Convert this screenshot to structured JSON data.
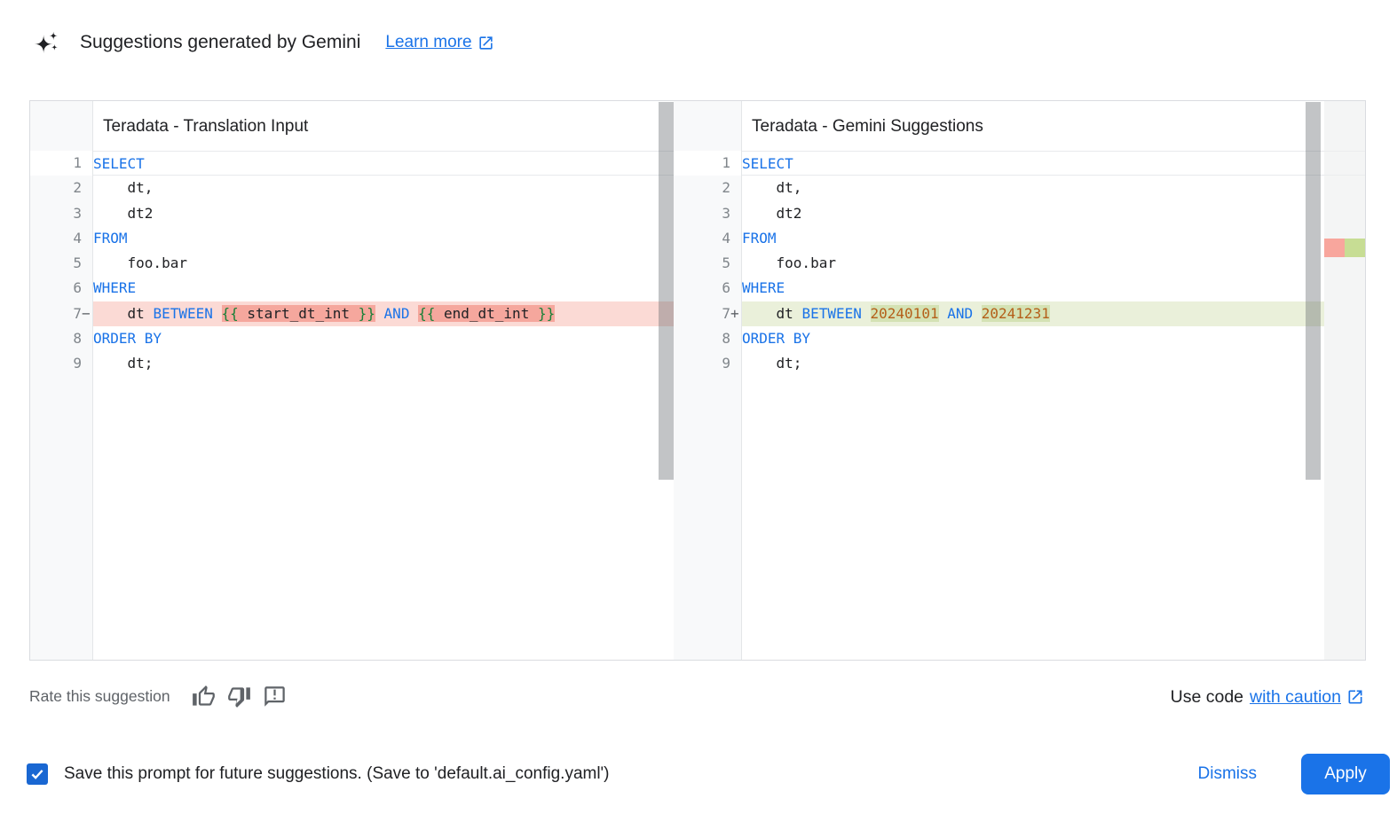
{
  "page": {
    "title": "Suggestions generated by Gemini",
    "learn_more_label": "Learn more"
  },
  "editors": {
    "left": {
      "title": "Teradata - Translation Input",
      "lines": [
        {
          "num": "1",
          "sign": "",
          "active": true,
          "diff": "",
          "segments": [
            {
              "text": "SELECT",
              "type": "keyword"
            }
          ]
        },
        {
          "num": "2",
          "sign": "",
          "diff": "",
          "segments": [
            {
              "text": "    dt,",
              "type": "plain"
            }
          ]
        },
        {
          "num": "3",
          "sign": "",
          "diff": "",
          "segments": [
            {
              "text": "    dt2",
              "type": "plain"
            }
          ]
        },
        {
          "num": "4",
          "sign": "",
          "diff": "",
          "segments": [
            {
              "text": "FROM",
              "type": "keyword"
            }
          ]
        },
        {
          "num": "5",
          "sign": "",
          "diff": "",
          "segments": [
            {
              "text": "    foo.bar",
              "type": "plain"
            }
          ]
        },
        {
          "num": "6",
          "sign": "",
          "diff": "",
          "segments": [
            {
              "text": "WHERE",
              "type": "keyword"
            }
          ]
        },
        {
          "num": "7",
          "sign": "−",
          "diff": "removed",
          "segments": [
            {
              "text": "    dt ",
              "type": "plain"
            },
            {
              "text": "BETWEEN",
              "type": "keyword"
            },
            {
              "text": " ",
              "type": "plain"
            },
            {
              "text": "{{",
              "type": "brace",
              "strong": true
            },
            {
              "text": " start_dt_int ",
              "type": "plain",
              "strong": true
            },
            {
              "text": "}}",
              "type": "brace",
              "strong": true
            },
            {
              "text": " ",
              "type": "plain"
            },
            {
              "text": "AND",
              "type": "keyword"
            },
            {
              "text": " ",
              "type": "plain"
            },
            {
              "text": "{{",
              "type": "brace",
              "strong": true
            },
            {
              "text": " end_dt_int ",
              "type": "plain",
              "strong": true
            },
            {
              "text": "}}",
              "type": "brace",
              "strong": true
            }
          ]
        },
        {
          "num": "8",
          "sign": "",
          "diff": "",
          "segments": [
            {
              "text": "ORDER BY",
              "type": "keyword"
            }
          ]
        },
        {
          "num": "9",
          "sign": "",
          "diff": "",
          "segments": [
            {
              "text": "    dt;",
              "type": "plain"
            }
          ]
        }
      ]
    },
    "right": {
      "title": "Teradata - Gemini Suggestions",
      "lines": [
        {
          "num": "1",
          "sign": "",
          "active": true,
          "diff": "",
          "segments": [
            {
              "text": "SELECT",
              "type": "keyword"
            }
          ]
        },
        {
          "num": "2",
          "sign": "",
          "diff": "",
          "segments": [
            {
              "text": "    dt,",
              "type": "plain"
            }
          ]
        },
        {
          "num": "3",
          "sign": "",
          "diff": "",
          "segments": [
            {
              "text": "    dt2",
              "type": "plain"
            }
          ]
        },
        {
          "num": "4",
          "sign": "",
          "diff": "",
          "segments": [
            {
              "text": "FROM",
              "type": "keyword"
            }
          ]
        },
        {
          "num": "5",
          "sign": "",
          "diff": "",
          "segments": [
            {
              "text": "    foo.bar",
              "type": "plain"
            }
          ]
        },
        {
          "num": "6",
          "sign": "",
          "diff": "",
          "segments": [
            {
              "text": "WHERE",
              "type": "keyword"
            }
          ]
        },
        {
          "num": "7",
          "sign": "+",
          "diff": "added",
          "segments": [
            {
              "text": "    dt ",
              "type": "plain"
            },
            {
              "text": "BETWEEN",
              "type": "keyword"
            },
            {
              "text": " ",
              "type": "plain"
            },
            {
              "text": "20240101",
              "type": "number",
              "strong": true
            },
            {
              "text": " ",
              "type": "plain"
            },
            {
              "text": "AND",
              "type": "keyword"
            },
            {
              "text": " ",
              "type": "plain"
            },
            {
              "text": "20241231",
              "type": "number",
              "strong": true
            }
          ]
        },
        {
          "num": "8",
          "sign": "",
          "diff": "",
          "segments": [
            {
              "text": "ORDER BY",
              "type": "keyword"
            }
          ]
        },
        {
          "num": "9",
          "sign": "",
          "diff": "",
          "segments": [
            {
              "text": "    dt;",
              "type": "plain"
            }
          ]
        }
      ]
    }
  },
  "rate": {
    "label": "Rate this suggestion"
  },
  "use_code": {
    "prefix": "Use code",
    "link_label": "with caution"
  },
  "footer": {
    "checkbox_checked": true,
    "save_label": "Save this prompt for future suggestions. (Save to 'default.ai_config.yaml')",
    "dismiss_label": "Dismiss",
    "apply_label": "Apply"
  },
  "colors": {
    "accent": "#1a73e8",
    "keyword": "#1a73e8",
    "number": "#b45f19",
    "brace": "#188038",
    "removed_line_bg": "#fbdad5",
    "removed_strong_bg": "#f5a79d",
    "added_line_bg": "#eaf0da",
    "added_strong_bg": "#d4e2b4",
    "minimap_removed": "#f8a69d",
    "minimap_added": "#c7dd94"
  }
}
